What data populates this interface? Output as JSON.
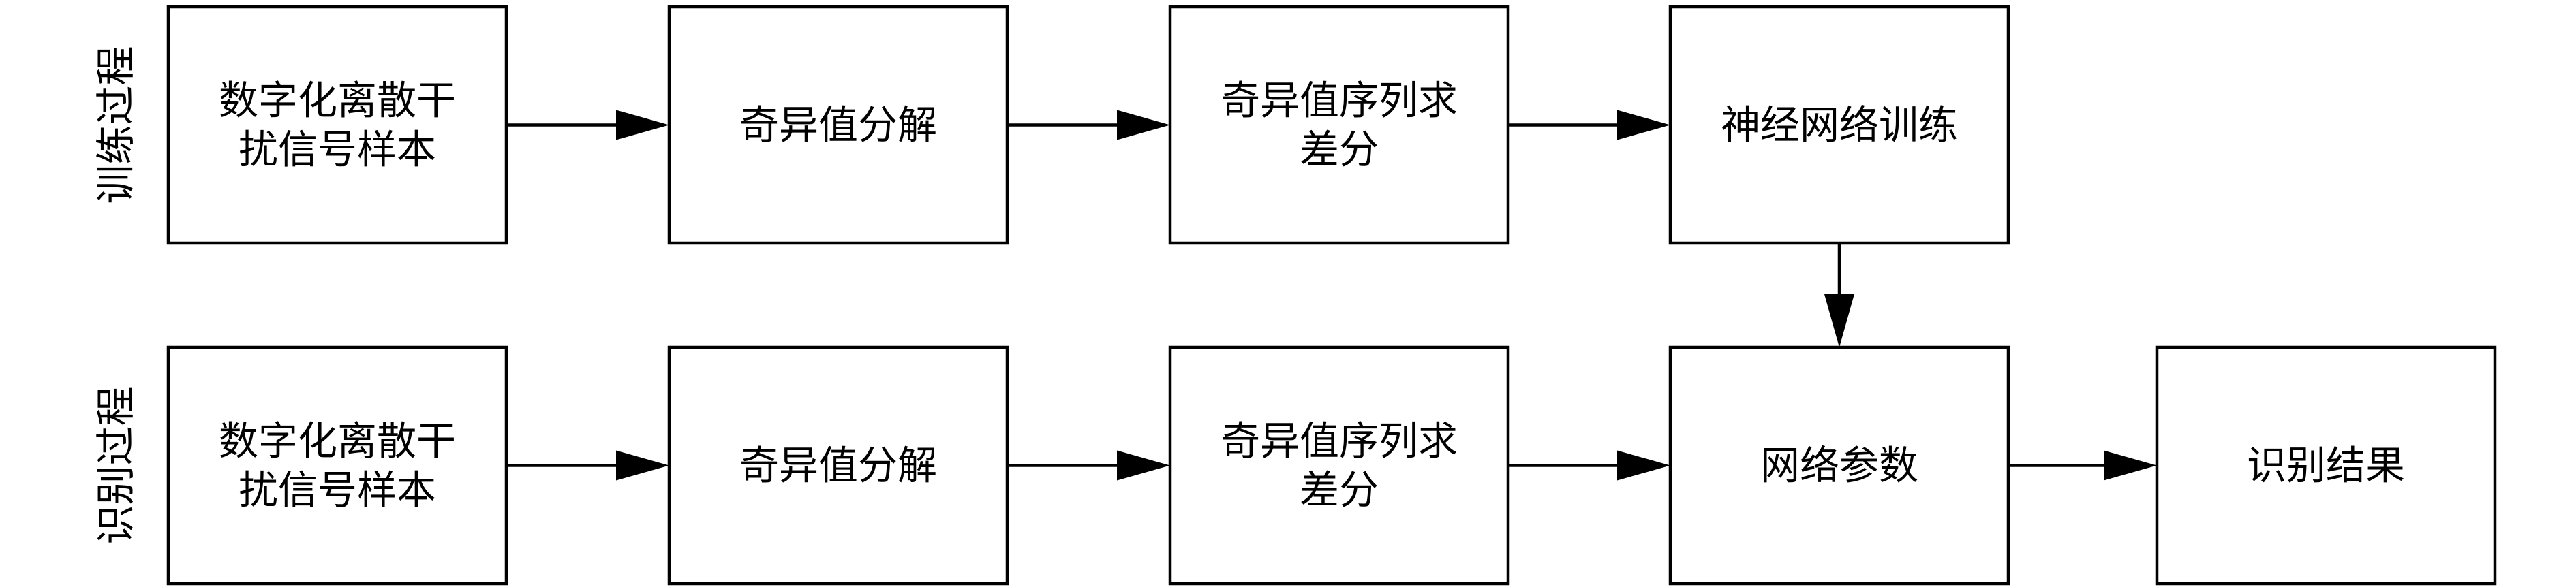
{
  "rows": [
    {
      "label": "训练过程",
      "boxes": [
        {
          "lines": [
            "数字化离散干",
            "扰信号样本"
          ]
        },
        {
          "lines": [
            "奇异值分解"
          ]
        },
        {
          "lines": [
            "奇异值序列求",
            "差分"
          ]
        },
        {
          "lines": [
            "神经网络训练"
          ]
        }
      ]
    },
    {
      "label": "识别过程",
      "boxes": [
        {
          "lines": [
            "数字化离散干",
            "扰信号样本"
          ]
        },
        {
          "lines": [
            "奇异值分解"
          ]
        },
        {
          "lines": [
            "奇异值序列求",
            "差分"
          ]
        },
        {
          "lines": [
            "网络参数"
          ]
        },
        {
          "lines": [
            "识别结果"
          ]
        }
      ]
    }
  ],
  "connections": [
    {
      "from": "row0-box0",
      "to": "row0-box1"
    },
    {
      "from": "row0-box1",
      "to": "row0-box2"
    },
    {
      "from": "row0-box2",
      "to": "row0-box3"
    },
    {
      "from": "row0-box3",
      "to": "row1-box3"
    },
    {
      "from": "row1-box0",
      "to": "row1-box1"
    },
    {
      "from": "row1-box1",
      "to": "row1-box2"
    },
    {
      "from": "row1-box2",
      "to": "row1-box3"
    },
    {
      "from": "row1-box3",
      "to": "row1-box4"
    }
  ]
}
